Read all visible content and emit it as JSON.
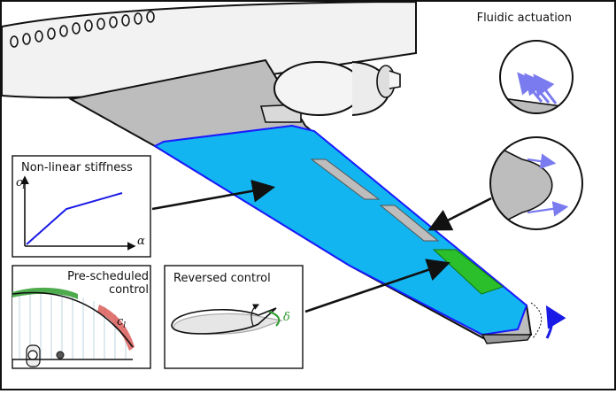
{
  "labels": {
    "fluidic_actuation": "Fluidic actuation",
    "nonlinear_stiffness": "Non-linear stiffness",
    "pre_scheduled_line1": "Pre-scheduled",
    "pre_scheduled_line2": "control",
    "reversed_control": "Reversed control",
    "axis_cl": "c",
    "axis_cl_sub": "l",
    "axis_alpha": "α",
    "prescheduled_cl": "c",
    "prescheduled_cl_sub": "l",
    "delta": "δ"
  },
  "colors": {
    "wing_blue": "#13b5f0",
    "wing_edge": "#1a1aff",
    "wing_grey": "#bdbdbd",
    "aileron_green": "#2bbf2b",
    "actuation_arrow": "#7b7bf0",
    "lift_green": "#2e9c2e",
    "lift_red": "#d9534f",
    "curve_blue": "#1a1ae6"
  },
  "icons": {
    "fuselage": "airplane-fuselage-icon",
    "engine": "jet-engine-icon",
    "rotation_arrow": "curved-rotation-arrow-icon"
  }
}
